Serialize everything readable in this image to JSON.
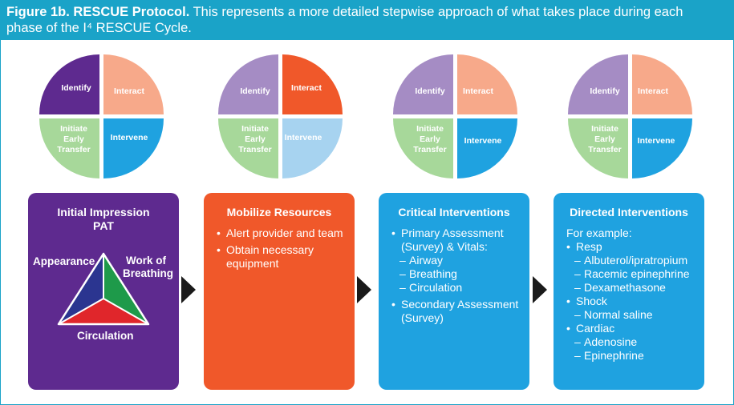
{
  "header": {
    "figure_label": "Figure 1b. RESCUE Protocol.",
    "caption_line1": " This represents a more detailed stepwise approach of what takes place during each",
    "caption_line2": "phase of the I⁴ RESCUE Cycle."
  },
  "colors": {
    "header_bg": "#1aa3c8",
    "identify": "#5e2a8f",
    "identify_light": "#a58cc4",
    "interact": "#f0582a",
    "interact_light": "#f7a98a",
    "intervene": "#1fa2e0",
    "intervene_light": "#a7d3f0",
    "transfer_light": "#a7d89a"
  },
  "wheel_labels": {
    "identify": "Identify",
    "interact": "Interact",
    "intervene": "Intervene",
    "transfer": [
      "Initiate",
      "Early",
      "Transfer"
    ]
  },
  "boxes": [
    {
      "title_lines": [
        "Initial Impression",
        "PAT"
      ],
      "pat": {
        "appearance": "Appearance",
        "work": [
          "Work of",
          "Breathing"
        ],
        "circulation": "Circulation"
      }
    },
    {
      "title_lines": [
        "Mobilize Resources"
      ],
      "items": [
        {
          "type": "b",
          "text": "Alert provider and team"
        },
        {
          "type": "b",
          "text": "Obtain necessary"
        },
        {
          "type": "c",
          "text": "equipment"
        }
      ]
    },
    {
      "title_lines": [
        "Critical Interventions"
      ],
      "items": [
        {
          "type": "b",
          "text": "Primary Assessment"
        },
        {
          "type": "c",
          "text": "(Survey) & Vitals:"
        },
        {
          "type": "d",
          "text": "Airway"
        },
        {
          "type": "d",
          "text": "Breathing"
        },
        {
          "type": "d",
          "text": "Circulation"
        },
        {
          "type": "b",
          "text": "Secondary Assessment",
          "gap": true
        },
        {
          "type": "c",
          "text": "(Survey)"
        }
      ]
    },
    {
      "title_lines": [
        "Directed Interventions"
      ],
      "items": [
        {
          "type": "p",
          "text": "For example:"
        },
        {
          "type": "b",
          "text": "Resp"
        },
        {
          "type": "d",
          "text": "Albuterol/ipratropium"
        },
        {
          "type": "d",
          "text": "Racemic epinephrine"
        },
        {
          "type": "d",
          "text": "Dexamethasone"
        },
        {
          "type": "b",
          "text": "Shock"
        },
        {
          "type": "d",
          "text": "Normal saline"
        },
        {
          "type": "b",
          "text": "Cardiac"
        },
        {
          "type": "d",
          "text": "Adenosine"
        },
        {
          "type": "d",
          "text": "Epinephrine"
        }
      ]
    }
  ]
}
